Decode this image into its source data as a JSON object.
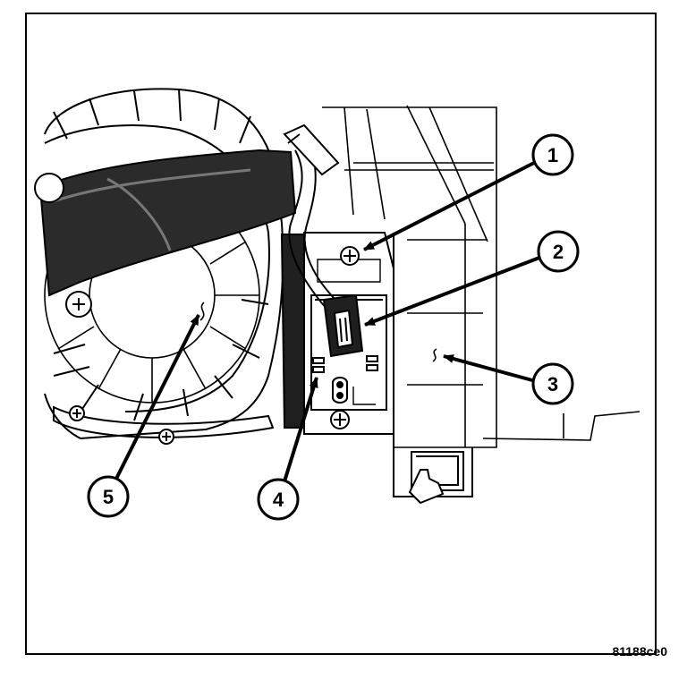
{
  "figure": {
    "id": "81188ce0"
  },
  "callouts": [
    {
      "number": "1"
    },
    {
      "number": "2"
    },
    {
      "number": "3"
    },
    {
      "number": "4"
    },
    {
      "number": "5"
    }
  ]
}
